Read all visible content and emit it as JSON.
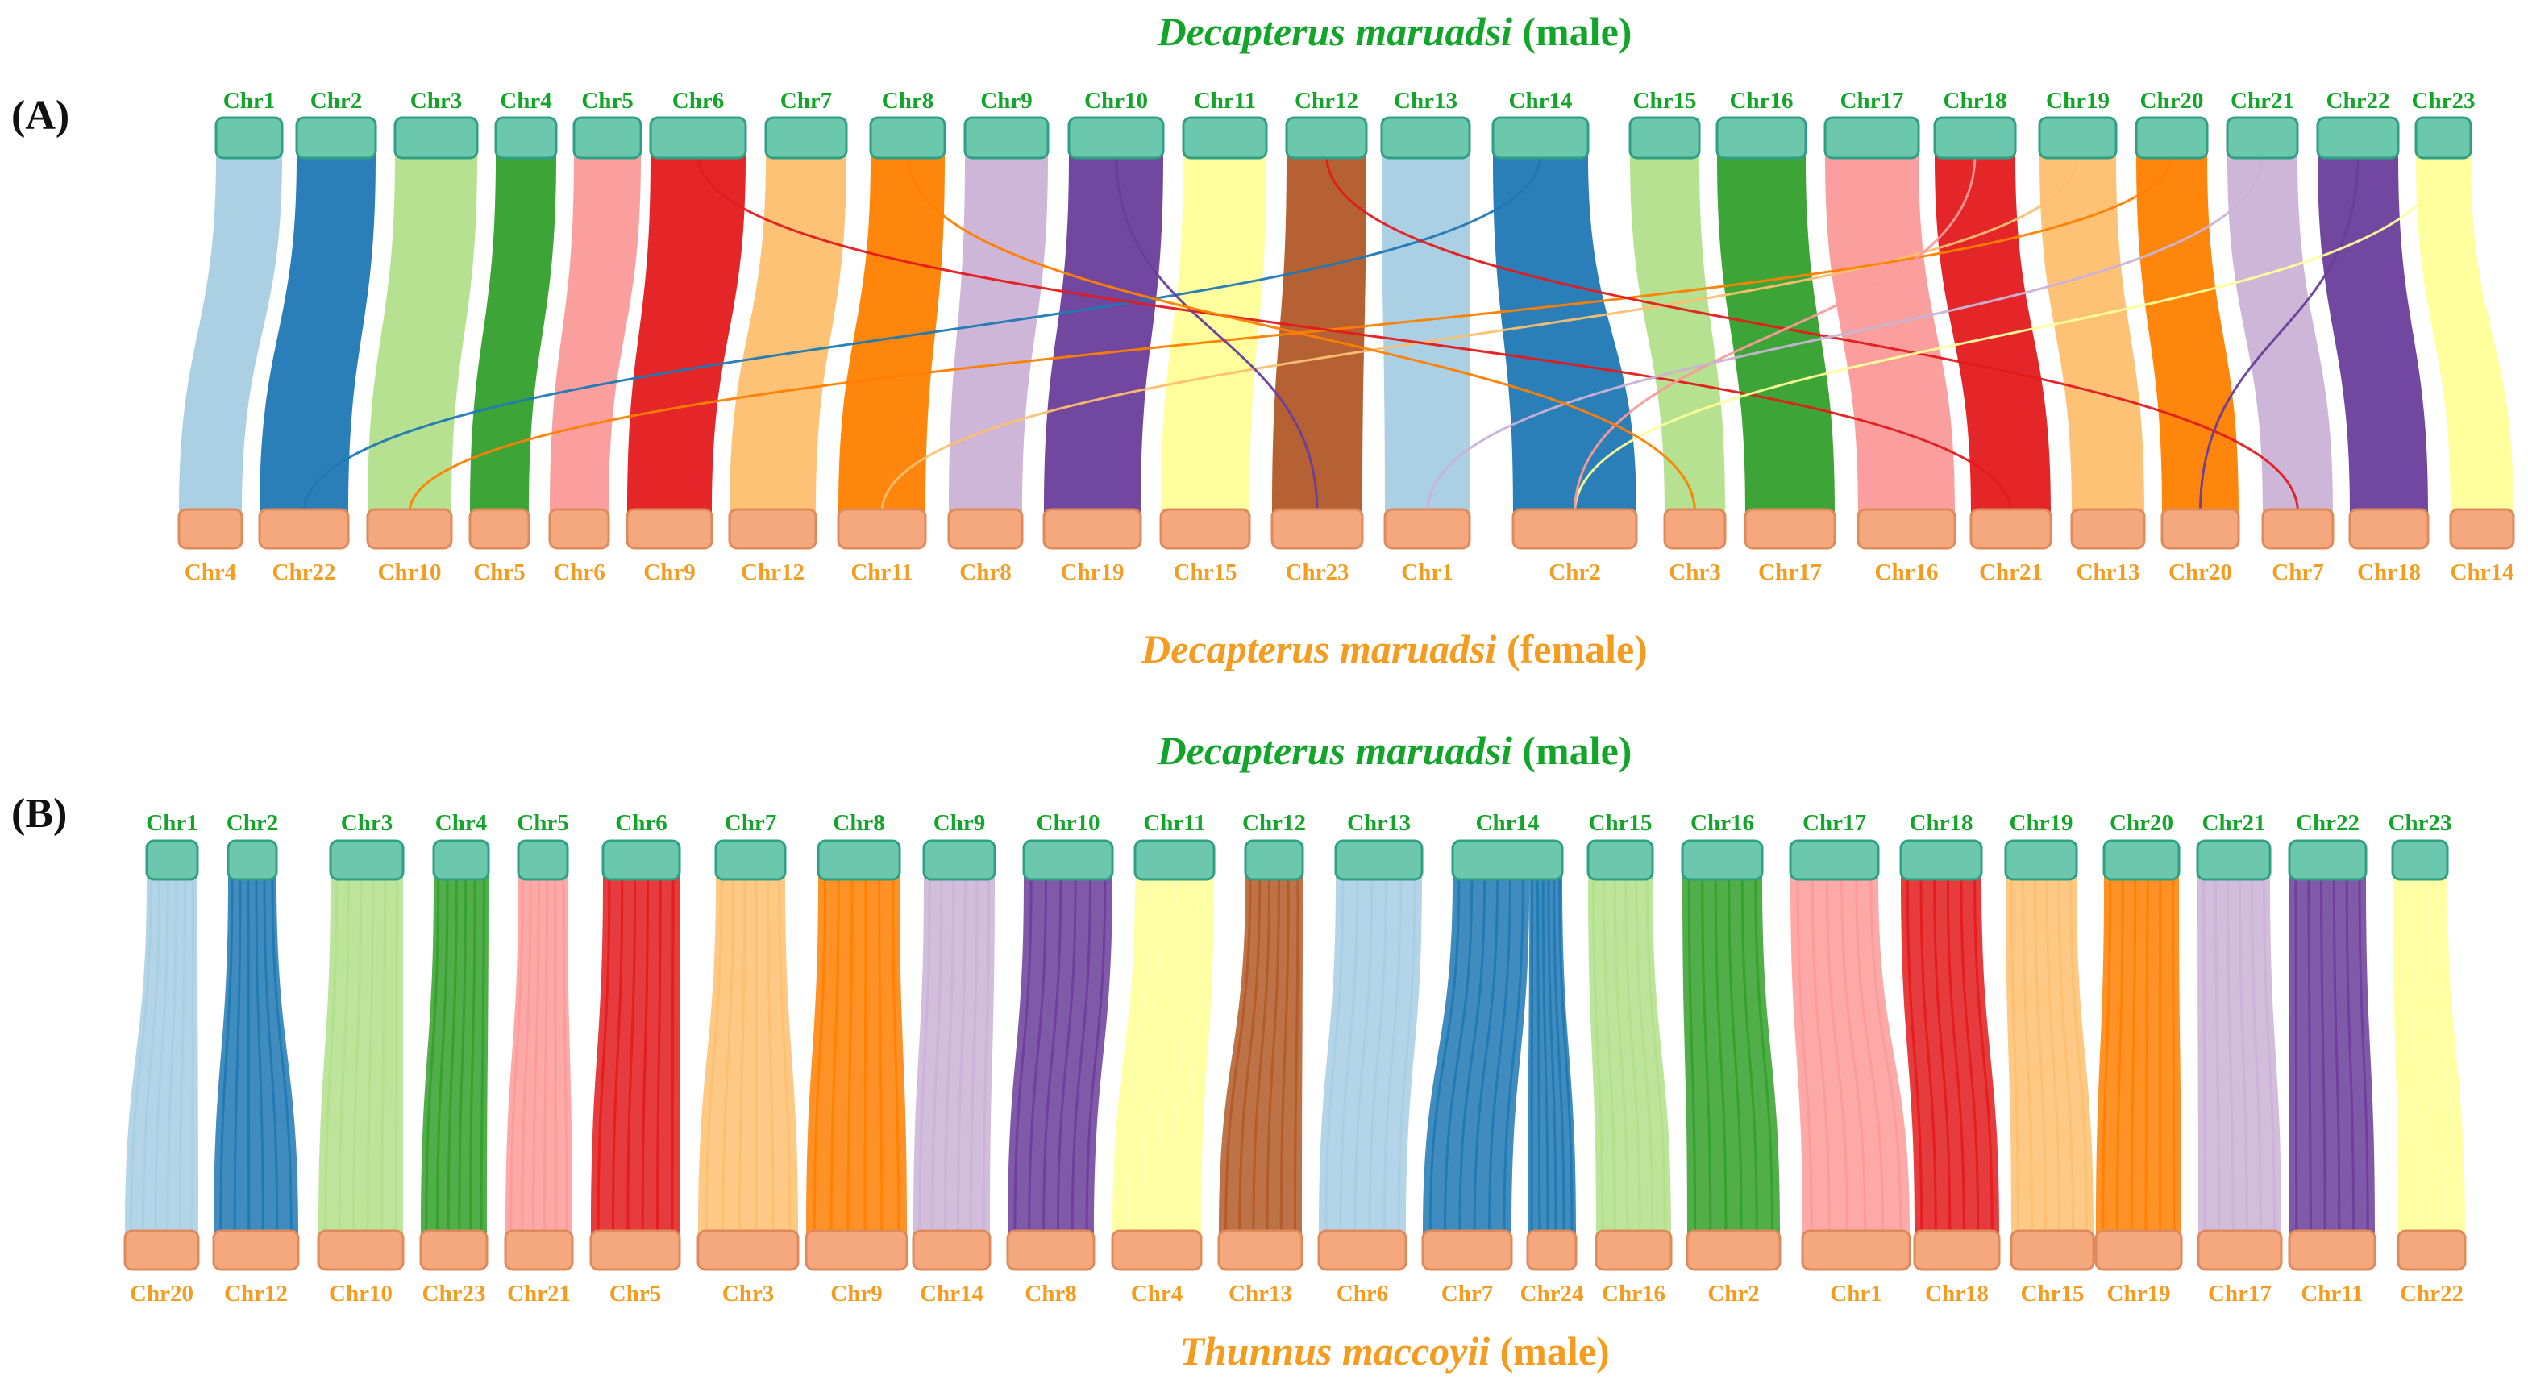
{
  "colors": {
    "top_green": "#12a52a",
    "bottom_orange": "#f39c1f",
    "box_top_fill": "#6cc8ac",
    "box_top_stroke": "#2f9f86",
    "box_bottom_fill": "#f5a87e",
    "box_bottom_stroke": "#df8a5a",
    "label_dark": "#111111"
  },
  "palette": [
    "#a6cee3",
    "#1f78b4",
    "#b2df8a",
    "#33a02c",
    "#fb9a99",
    "#e31a1c",
    "#fdbf6f",
    "#ff7f00",
    "#cab2d6",
    "#6a3d9a",
    "#ffff99",
    "#b15928"
  ],
  "panels": [
    {
      "label": "(A)",
      "top_title": {
        "italic": "Decapterus maruadsi",
        "suffix": " (male)"
      },
      "bottom_title": {
        "italic": "Decapterus maruadsi",
        "suffix": " (female)"
      },
      "top_chromosomes": [
        "Chr1",
        "Chr2",
        "Chr3",
        "Chr4",
        "Chr5",
        "Chr6",
        "Chr7",
        "Chr8",
        "Chr9",
        "Chr10",
        "Chr11",
        "Chr12",
        "Chr13",
        "Chr14",
        "Chr15",
        "Chr16",
        "Chr17",
        "Chr18",
        "Chr19",
        "Chr20",
        "Chr21",
        "Chr22",
        "Chr23"
      ],
      "bottom_chromosomes": [
        "Chr4",
        "Chr22",
        "Chr10",
        "Chr5",
        "Chr6",
        "Chr9",
        "Chr12",
        "Chr11",
        "Chr8",
        "Chr19",
        "Chr15",
        "Chr23",
        "Chr1",
        "Chr2",
        "Chr3",
        "Chr17",
        "Chr16",
        "Chr21",
        "Chr13",
        "Chr20",
        "Chr7",
        "Chr18",
        "Chr14"
      ],
      "links": [
        {
          "from": "Chr1",
          "to": "Chr4"
        },
        {
          "from": "Chr2",
          "to": "Chr22"
        },
        {
          "from": "Chr3",
          "to": "Chr10"
        },
        {
          "from": "Chr4",
          "to": "Chr5"
        },
        {
          "from": "Chr5",
          "to": "Chr6"
        },
        {
          "from": "Chr6",
          "to": "Chr9"
        },
        {
          "from": "Chr7",
          "to": "Chr12"
        },
        {
          "from": "Chr8",
          "to": "Chr11"
        },
        {
          "from": "Chr9",
          "to": "Chr8"
        },
        {
          "from": "Chr10",
          "to": "Chr19"
        },
        {
          "from": "Chr11",
          "to": "Chr15"
        },
        {
          "from": "Chr12",
          "to": "Chr23"
        },
        {
          "from": "Chr13",
          "to": "Chr1"
        },
        {
          "from": "Chr14",
          "to": "Chr2"
        },
        {
          "from": "Chr15",
          "to": "Chr3"
        },
        {
          "from": "Chr16",
          "to": "Chr17"
        },
        {
          "from": "Chr17",
          "to": "Chr16"
        },
        {
          "from": "Chr18",
          "to": "Chr21"
        },
        {
          "from": "Chr19",
          "to": "Chr13"
        },
        {
          "from": "Chr20",
          "to": "Chr20"
        },
        {
          "from": "Chr21",
          "to": "Chr7"
        },
        {
          "from": "Chr22",
          "to": "Chr18"
        },
        {
          "from": "Chr23",
          "to": "Chr14"
        }
      ]
    },
    {
      "label": "(B)",
      "top_title": {
        "italic": "Decapterus maruadsi",
        "suffix": " (male)"
      },
      "bottom_title": {
        "italic": "Thunnus maccoyii",
        "suffix": " (male)"
      },
      "top_chromosomes": [
        "Chr1",
        "Chr2",
        "Chr3",
        "Chr4",
        "Chr5",
        "Chr6",
        "Chr7",
        "Chr8",
        "Chr9",
        "Chr10",
        "Chr11",
        "Chr12",
        "Chr13",
        "Chr14",
        "Chr15",
        "Chr16",
        "Chr17",
        "Chr18",
        "Chr19",
        "Chr20",
        "Chr21",
        "Chr22",
        "Chr23"
      ],
      "bottom_chromosomes": [
        "Chr20",
        "Chr12",
        "Chr10",
        "Chr23",
        "Chr21",
        "Chr5",
        "Chr3",
        "Chr9",
        "Chr14",
        "Chr8",
        "Chr4",
        "Chr13",
        "Chr6",
        "Chr7",
        "Chr24",
        "Chr16",
        "Chr2",
        "Chr1",
        "Chr18",
        "Chr15",
        "Chr19",
        "Chr17",
        "Chr11",
        "Chr22"
      ],
      "links": [
        {
          "from": "Chr1",
          "to": "Chr20"
        },
        {
          "from": "Chr2",
          "to": "Chr12"
        },
        {
          "from": "Chr3",
          "to": "Chr10"
        },
        {
          "from": "Chr4",
          "to": "Chr23"
        },
        {
          "from": "Chr5",
          "to": "Chr21"
        },
        {
          "from": "Chr6",
          "to": "Chr5"
        },
        {
          "from": "Chr7",
          "to": "Chr3"
        },
        {
          "from": "Chr8",
          "to": "Chr9"
        },
        {
          "from": "Chr9",
          "to": "Chr14"
        },
        {
          "from": "Chr10",
          "to": "Chr8"
        },
        {
          "from": "Chr11",
          "to": "Chr4"
        },
        {
          "from": "Chr12",
          "to": "Chr13"
        },
        {
          "from": "Chr13",
          "to": "Chr6"
        },
        {
          "from": "Chr14",
          "to": "Chr7"
        },
        {
          "from": "Chr14",
          "to": "Chr24"
        },
        {
          "from": "Chr15",
          "to": "Chr16"
        },
        {
          "from": "Chr16",
          "to": "Chr2"
        },
        {
          "from": "Chr17",
          "to": "Chr1"
        },
        {
          "from": "Chr18",
          "to": "Chr18"
        },
        {
          "from": "Chr19",
          "to": "Chr15"
        },
        {
          "from": "Chr20",
          "to": "Chr19"
        },
        {
          "from": "Chr21",
          "to": "Chr17"
        },
        {
          "from": "Chr22",
          "to": "Chr11"
        },
        {
          "from": "Chr23",
          "to": "Chr22"
        }
      ]
    }
  ]
}
